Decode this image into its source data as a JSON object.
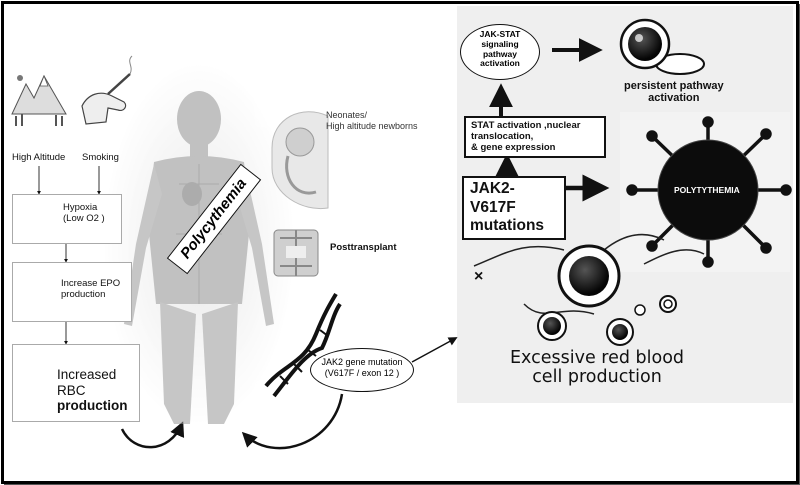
{
  "left_panel": {
    "high_altitude_label": "High Altitude",
    "smoking_label": "Smoking",
    "hypoxia_box": [
      "Hypoxia",
      "(Low O2 )"
    ],
    "epo_box": [
      "Increase EPO",
      "production"
    ],
    "rbc_box": [
      "Increased RBC",
      "production"
    ]
  },
  "center_panel": {
    "polycythemia_banner": "Polycythemia",
    "neonates_label": [
      "Neonates/",
      "High altitude newborns"
    ],
    "posttransplant_label": "Posttransplant",
    "jak2_oval": [
      "JAK2 gene mutation",
      "(V617F / exon 12 )"
    ]
  },
  "right_panel": {
    "jakstat_oval": [
      "JAK-STAT",
      "signaling",
      "pathway",
      "activation"
    ],
    "persistent_label": [
      "persistent pathway",
      "activation"
    ],
    "stat_box": [
      "STAT activation ,nuclear",
      "translocation,",
      "& gene expression"
    ],
    "jak2_v617f_box": [
      "JAK2-",
      "V617F",
      "mutations"
    ],
    "virus_label": "POLYTYTHEMIA",
    "x_mark": "×",
    "excessive_label": [
      "Excessive red blood",
      "cell production"
    ]
  },
  "colors": {
    "frame": "#000000",
    "panel_bg": "#f0f0f0",
    "dark": "#111111",
    "body_gray": "#9a9a9a"
  }
}
